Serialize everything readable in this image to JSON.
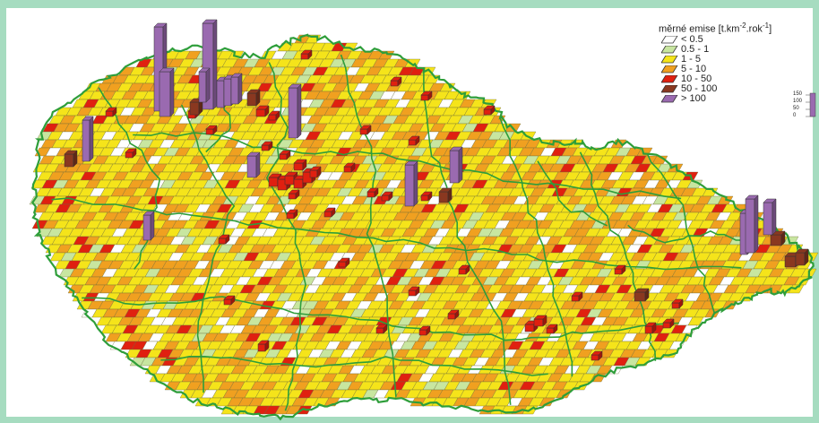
{
  "legend": {
    "title_prefix": "měrné emise [t.km",
    "title_sup1": "-2",
    "title_mid": ".rok",
    "title_sup2": "-1",
    "title_suffix": "]",
    "items": [
      {
        "label": "< 0.5",
        "color": "#ffffff"
      },
      {
        "label": "0.5 - 1",
        "color": "#c8e6a0"
      },
      {
        "label": "1 - 5",
        "color": "#f5e41a"
      },
      {
        "label": "5 - 10",
        "color": "#f0a020"
      },
      {
        "label": "10 - 50",
        "color": "#e02010"
      },
      {
        "label": "50 - 100",
        "color": "#8a3820"
      },
      {
        "label": "> 100",
        "color": "#9a6ab0"
      }
    ]
  },
  "scale": {
    "ticks": [
      "150",
      "100",
      "50",
      "0"
    ],
    "bar_color": "#9a6ab0"
  },
  "colors": {
    "frame": "#a6dcc0",
    "border": "#2e9e3a",
    "cell_outline": "#6a6a3a"
  }
}
